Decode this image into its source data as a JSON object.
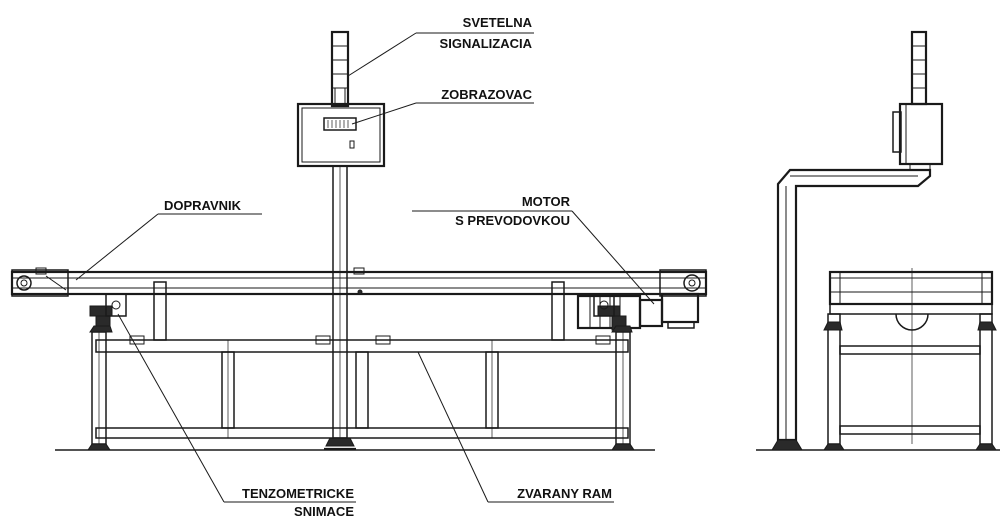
{
  "labels": {
    "svetelna_line1": "SVETELNA",
    "svetelna_line2": "SIGNALIZACIA",
    "zobrazovac": "ZOBRAZOVAC",
    "dopravnik": "DOPRAVNIK",
    "motor_line1": "MOTOR",
    "motor_line2": "S PREVODOVKOU",
    "tenzometricke_line1": "TENZOMETRICKE",
    "tenzometricke_line2": "SNIMACE",
    "zvarany_ram": "ZVARANY RAM"
  },
  "colors": {
    "ink": "#1a1a1a",
    "paper": "#ffffff"
  }
}
